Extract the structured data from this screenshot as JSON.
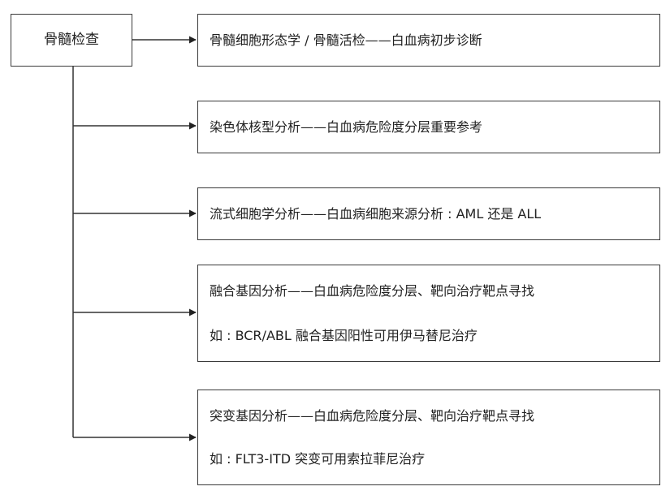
{
  "root": {
    "label": "骨髓检查"
  },
  "items": [
    {
      "lines": [
        "骨髓细胞形态学 / 骨髓活检——白血病初步诊断"
      ]
    },
    {
      "lines": [
        "染色体核型分析——白血病危险度分层重要参考"
      ]
    },
    {
      "lines": [
        "流式细胞学分析——白血病细胞来源分析 : AML 还是 ALL"
      ]
    },
    {
      "lines": [
        "融合基因分析——白血病危险度分层、靶向治疗靶点寻找",
        "如 : BCR/ABL 融合基因阳性可用伊马替尼治疗"
      ]
    },
    {
      "lines": [
        "突变基因分析——白血病危险度分层、靶向治疗靶点寻找",
        "如 : FLT3-ITD 突变可用索拉菲尼治疗"
      ]
    }
  ]
}
